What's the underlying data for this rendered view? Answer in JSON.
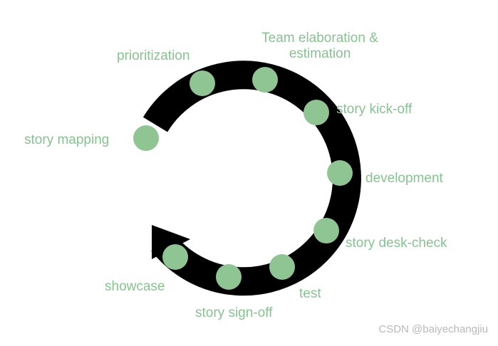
{
  "diagram": {
    "ring_color": "#000000",
    "dot_color": "#8ec592",
    "label_color": "#86c48f",
    "steps": [
      {
        "id": "story-mapping",
        "label": "story mapping"
      },
      {
        "id": "prioritization",
        "label": "prioritization"
      },
      {
        "id": "team-elaboration",
        "label": "Team elaboration &\nestimation"
      },
      {
        "id": "story-kick-off",
        "label": "story kick-off"
      },
      {
        "id": "development",
        "label": "development"
      },
      {
        "id": "story-desk-check",
        "label": "story desk-check"
      },
      {
        "id": "test",
        "label": "test"
      },
      {
        "id": "story-sign-off",
        "label": "story sign-off"
      },
      {
        "id": "showcase",
        "label": "showcase"
      }
    ]
  },
  "watermark": "CSDN @baiyechangjiu"
}
